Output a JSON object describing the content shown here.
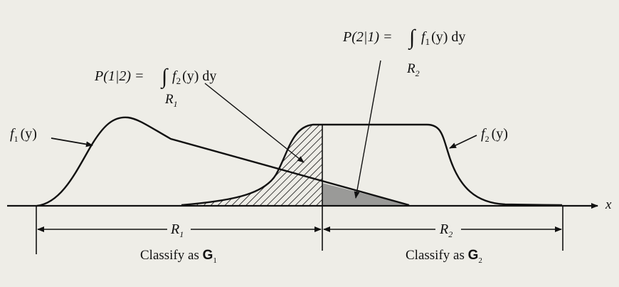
{
  "labels": {
    "p12_lhs": "P(1|2) =",
    "p12_integrand": "f",
    "p12_sub": "2",
    "p12_rest": "(y) dy",
    "p12_region": "R",
    "p12_region_sub": "1",
    "p21_lhs": "P(2|1) =",
    "p21_integrand": "f",
    "p21_sub": "1",
    "p21_rest": "(y) dy",
    "p21_region": "R",
    "p21_region_sub": "2",
    "f1": "f",
    "f1_sub": "1",
    "f1_arg": "(y)",
    "f2": "f",
    "f2_sub": "2",
    "f2_arg": "(y)",
    "axis": "x",
    "r1": "R",
    "r1_sub": "1",
    "r2": "R",
    "r2_sub": "2",
    "classify1": "Classify as ",
    "g1": "G",
    "g1_sub": "1",
    "classify2": "Classify as ",
    "g2": "G",
    "g2_sub": "2"
  },
  "colors": {
    "ink": "#111111",
    "shade": "#9a9a98",
    "background": "#eeede7"
  }
}
